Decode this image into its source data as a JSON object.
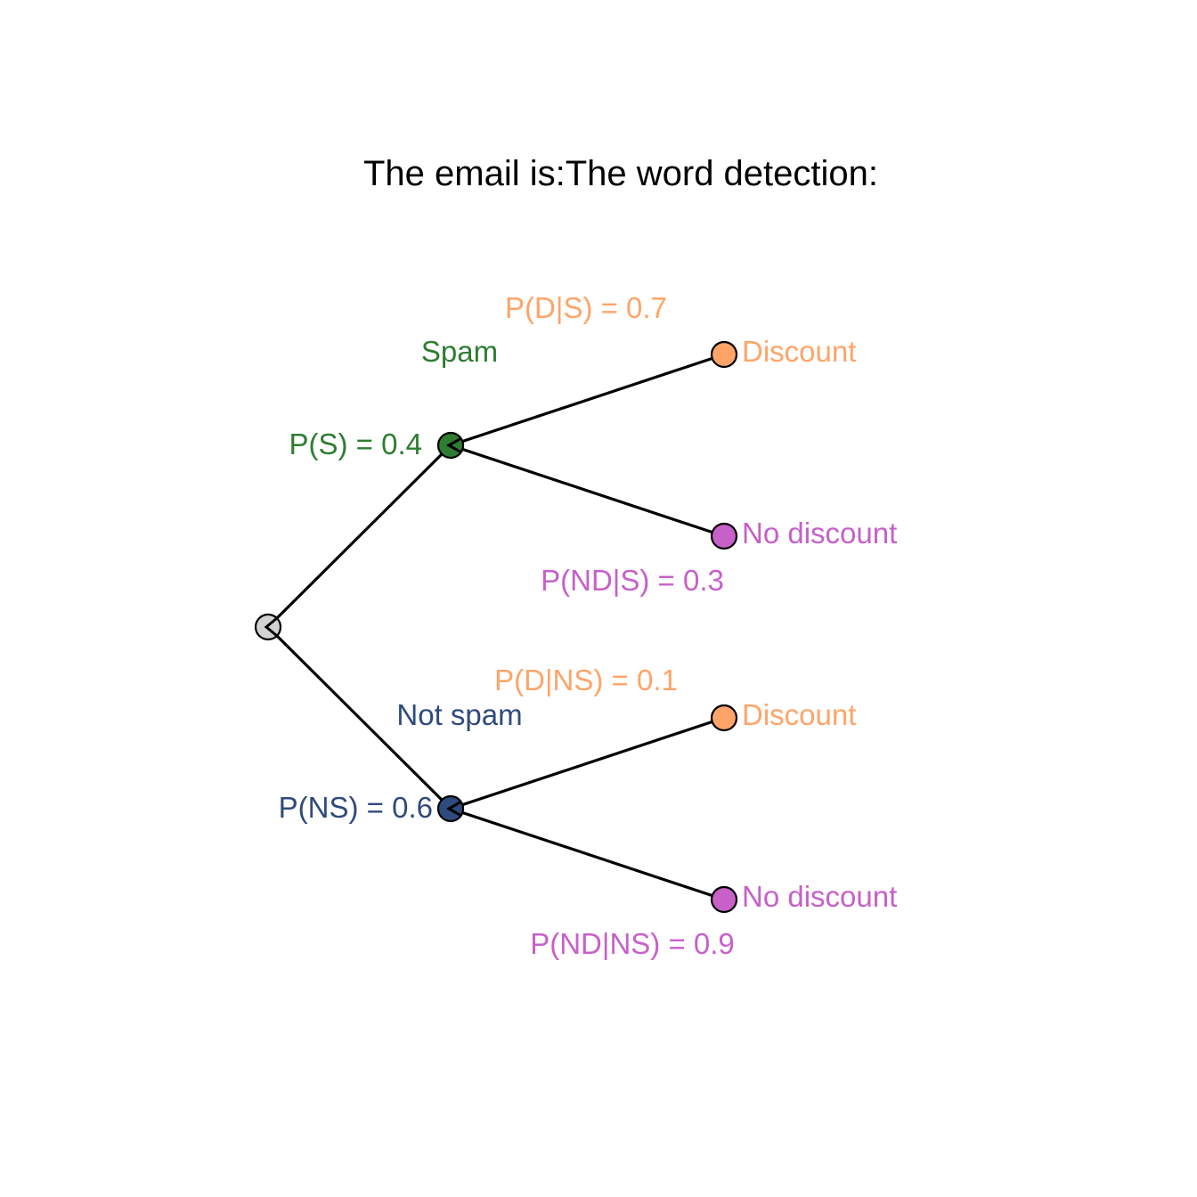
{
  "title": "The email is:The word detection:",
  "colors": {
    "root": "#d3d3d3",
    "spam": "#2e7d32",
    "not_spam": "#2f4b7c",
    "discount": "#ffa468",
    "no_discount": "#c760c9"
  },
  "tree": {
    "root": {
      "icon": "root-node"
    },
    "spam": {
      "label": "Spam",
      "prob": "P(S) = 0.4",
      "children": {
        "discount": {
          "label": "Discount",
          "prob": "P(D|S) = 0.7"
        },
        "no_discount": {
          "label": "No discount",
          "prob": "P(ND|S) = 0.3"
        }
      }
    },
    "not_spam": {
      "label": "Not spam",
      "prob": "P(NS) = 0.6",
      "children": {
        "discount": {
          "label": "Discount",
          "prob": "P(D|NS) = 0.1"
        },
        "no_discount": {
          "label": "No discount",
          "prob": "P(ND|NS) = 0.9"
        }
      }
    }
  }
}
